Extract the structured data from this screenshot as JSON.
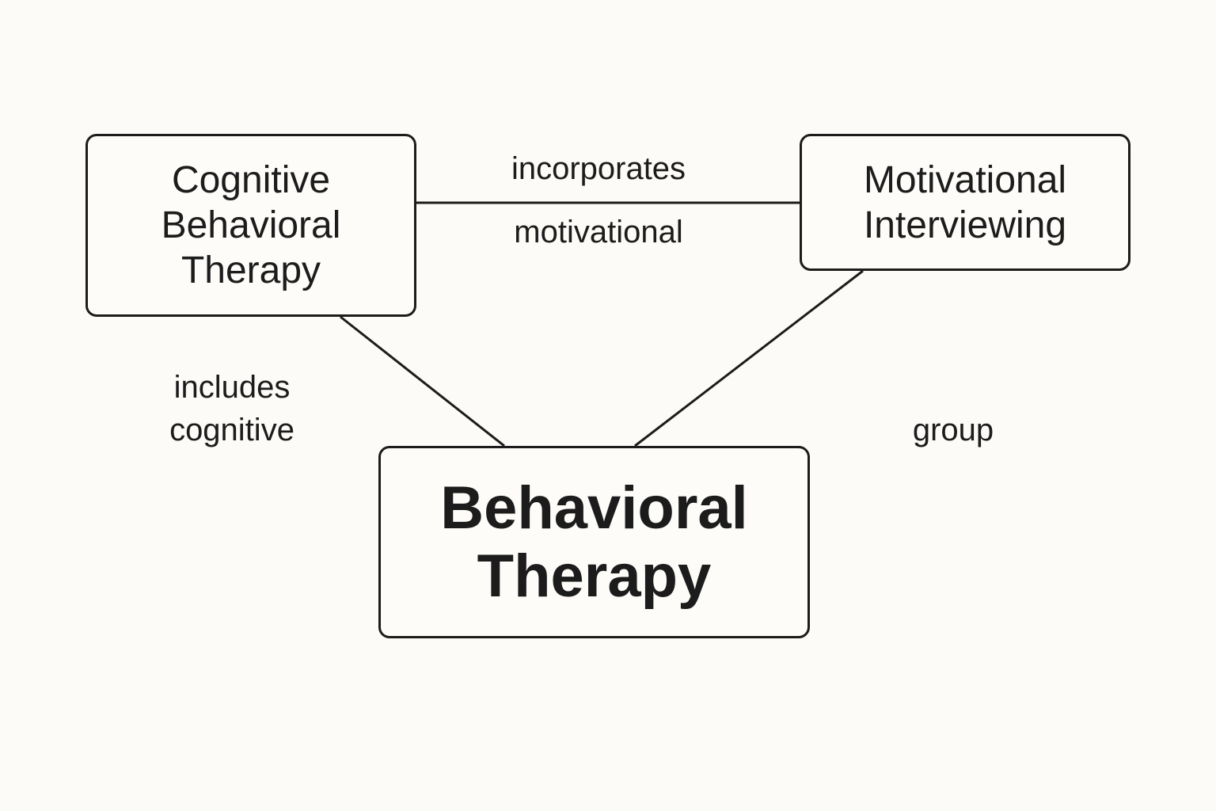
{
  "diagram": {
    "type": "concept-map",
    "nodes": [
      {
        "id": "cbt",
        "label": "Cognitive\nBehavioral\nTherapy"
      },
      {
        "id": "mi",
        "label": "Motivational\nInterviewing"
      },
      {
        "id": "bt",
        "label": "Behavioral\nTherapy"
      }
    ],
    "edges": [
      {
        "from": "cbt",
        "to": "mi",
        "label_above": "incorporates",
        "label_below": "motivational"
      },
      {
        "from": "cbt",
        "to": "bt",
        "label": "includes\ncognitive"
      },
      {
        "from": "mi",
        "to": "bt",
        "label": "group"
      }
    ]
  },
  "colors": {
    "background": "#fcfbf7",
    "stroke": "#1c1c1c",
    "text": "#1c1c1c"
  }
}
